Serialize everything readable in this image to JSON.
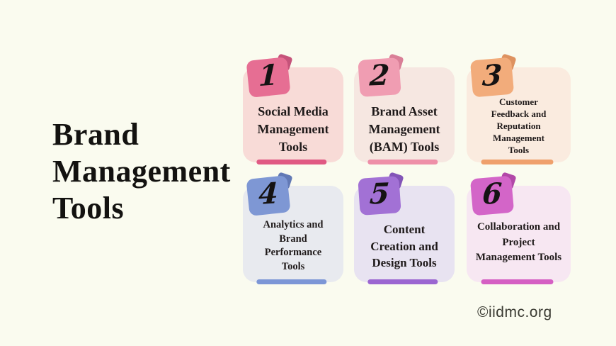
{
  "page": {
    "background": "#FAFBEF",
    "text_color": "#1f1a1a",
    "watermark": "©iidmc.org"
  },
  "title": {
    "text": "Brand Management Tools",
    "lines": [
      "Brand",
      "Management",
      "Tools"
    ]
  },
  "cards": [
    {
      "number": "1",
      "label": "Social Media Management Tools",
      "lines": [
        "Social Media",
        "Management",
        "Tools"
      ],
      "colors": {
        "bg": "#F8DBD7",
        "badge": "#E66E93",
        "badge_fold": "#C5537A",
        "underline": "#E05983"
      }
    },
    {
      "number": "2",
      "label": "Brand Asset Management (BAM) Tools",
      "lines": [
        "Brand Asset",
        "Management",
        "(BAM) Tools"
      ],
      "colors": {
        "bg": "#F6E7E1",
        "badge": "#F09DB2",
        "badge_fold": "#D97F97",
        "underline": "#EE8FA8"
      }
    },
    {
      "number": "3",
      "label": "Customer Feedback and Reputation Management Tools",
      "lines": [
        "Customer",
        "Feedback and",
        "Reputation",
        "Management",
        "Tools"
      ],
      "colors": {
        "bg": "#FAEBDF",
        "badge": "#F2AC7B",
        "badge_fold": "#DE9260",
        "underline": "#EFA06C"
      }
    },
    {
      "number": "4",
      "label": "Analytics and Brand Performance Tools",
      "lines": [
        "Analytics and",
        "Brand",
        "Performance",
        "Tools"
      ],
      "colors": {
        "bg": "#E8EAEF",
        "badge": "#7E97D4",
        "badge_fold": "#6279B5",
        "underline": "#7C96D6"
      }
    },
    {
      "number": "5",
      "label": "Content Creation and Design Tools",
      "lines": [
        "Content",
        "Creation and",
        "Design Tools"
      ],
      "colors": {
        "bg": "#E8E3F1",
        "badge": "#A271D5",
        "badge_fold": "#8355B7",
        "underline": "#9B66D1"
      }
    },
    {
      "number": "6",
      "label": "Collaboration and Project Management Tools",
      "lines": [
        "Collaboration and",
        "Project",
        "Management Tools"
      ],
      "colors": {
        "bg": "#F7E7F2",
        "badge": "#D365C8",
        "badge_fold": "#B248A8",
        "underline": "#D55FC3"
      }
    }
  ]
}
